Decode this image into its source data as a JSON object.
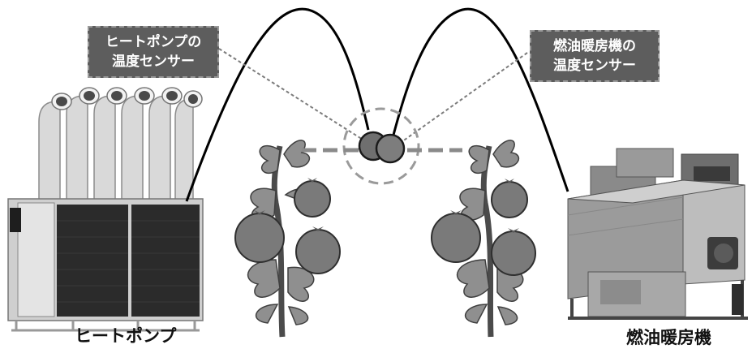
{
  "callouts": {
    "heat_pump_sensor": {
      "line1": "ヒートポンプの",
      "line2": "温度センサー"
    },
    "oil_heater_sensor": {
      "line1": "燃油暖房機の",
      "line2": "温度センサー"
    }
  },
  "captions": {
    "heat_pump": "ヒートポンプ",
    "oil_heater": "燃油暖房機"
  },
  "icons": [
    "heat-pump",
    "tomato-plant",
    "temperature-sensor",
    "oil-heater"
  ],
  "colors": {
    "callout_bg": "#5d5d5d",
    "sensor": "#6b6b6b",
    "tomato": "#7a7a7a",
    "leaf": "#8f8f8f"
  }
}
